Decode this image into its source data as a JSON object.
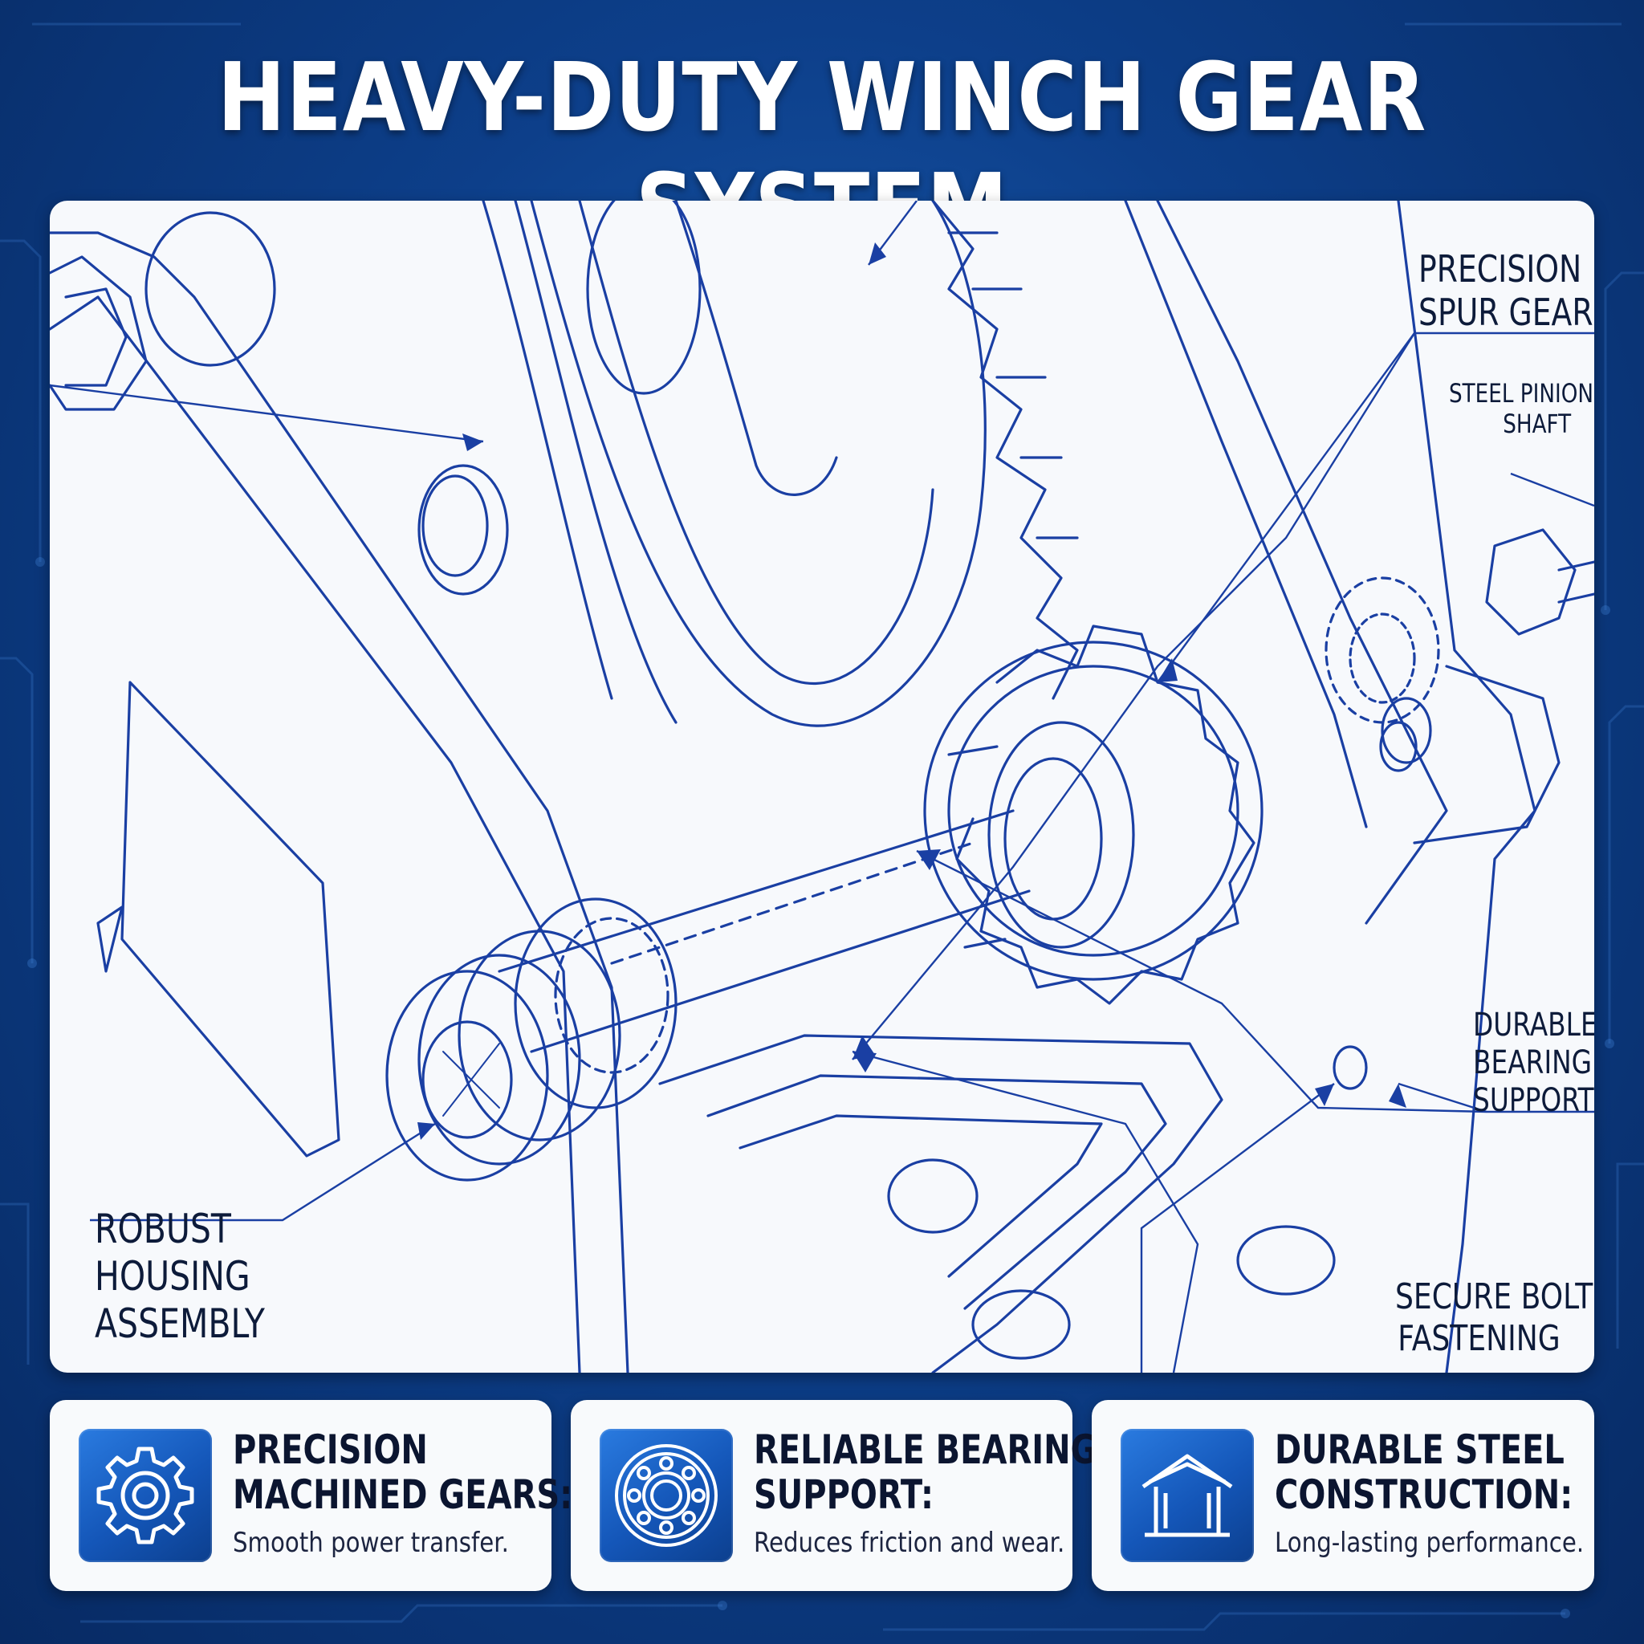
{
  "title": "HEAVY-DUTY WINCH GEAR SYSTEM",
  "callouts": {
    "spur_gear": [
      "PRECISION",
      "SPUR GEAR"
    ],
    "pinion_shaft": [
      "STEEL PINION",
      "SHAFT"
    ],
    "bearing_support": [
      "DURABLE",
      "BEARING",
      "SUPPORT"
    ],
    "housing": [
      "ROBUST",
      "HOUSING",
      "ASSEMBLY"
    ],
    "bolt": [
      "SECURE BOLT",
      "FASTENING"
    ]
  },
  "features": [
    {
      "icon": "gear-icon",
      "title": [
        "PRECISION",
        "MACHINED GEARS:"
      ],
      "desc": "Smooth power transfer."
    },
    {
      "icon": "bearing-icon",
      "title": [
        "RELIABLE BEARING",
        "SUPPORT:"
      ],
      "desc": "Reduces friction and wear."
    },
    {
      "icon": "house-icon",
      "title": [
        "DURABLE STEEL",
        "CONSTRUCTION:"
      ],
      "desc": "Long-lasting performance."
    }
  ],
  "colors": {
    "background": "#0d3f8a",
    "line": "#1a3fa3",
    "panel": "#f7f9fc",
    "tile": "#1456b8"
  }
}
